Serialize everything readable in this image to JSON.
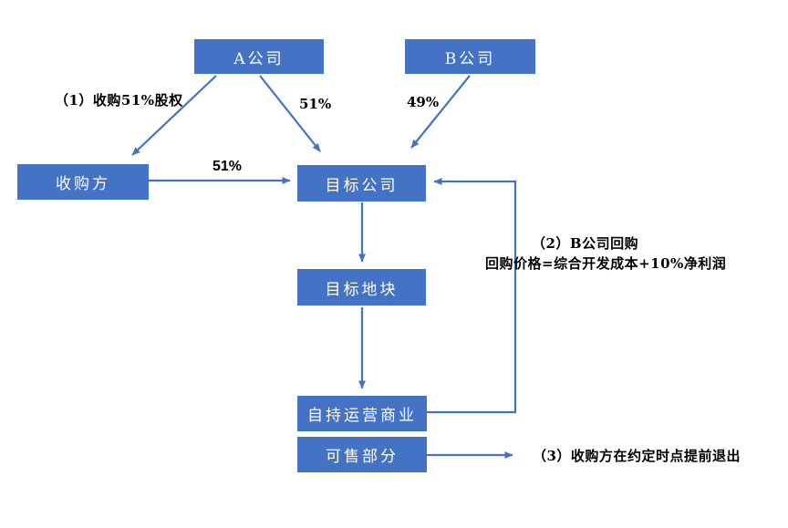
{
  "diagram": {
    "title": "acquisition-structure-flowchart",
    "nodes": {
      "company_a": {
        "label": "A公司"
      },
      "company_b": {
        "label": "B公司"
      },
      "acquirer": {
        "label": "收购方"
      },
      "target_company": {
        "label": "目标公司"
      },
      "target_land": {
        "label": "目标地块"
      },
      "self_held_biz": {
        "label": "自持运营商业"
      },
      "saleable_part": {
        "label": "可售部分"
      }
    },
    "edge_labels": {
      "step1": "（1）收购51%股权",
      "a_to_target_pct": "51%",
      "b_to_target_pct": "49%",
      "acquirer_to_target": "51%",
      "step2_line1": "（2）B公司回购",
      "step2_line2": "回购价格=综合开发成本+10%净利润",
      "step3": "（3）收购方在约定时点提前退出"
    },
    "edges": [
      {
        "from": "company_a",
        "to": "acquirer",
        "label_ref": "step1"
      },
      {
        "from": "company_a",
        "to": "target_company",
        "label_ref": "a_to_target_pct"
      },
      {
        "from": "company_b",
        "to": "target_company",
        "label_ref": "b_to_target_pct"
      },
      {
        "from": "acquirer",
        "to": "target_company",
        "label_ref": "acquirer_to_target"
      },
      {
        "from": "target_company",
        "to": "target_land",
        "label_ref": ""
      },
      {
        "from": "target_land",
        "to": "self_held_biz",
        "label_ref": ""
      },
      {
        "from": "self_held_biz",
        "to": "target_company",
        "label_ref": "step2_line1"
      },
      {
        "from": "saleable_part",
        "to": "exit",
        "label_ref": "step3"
      }
    ],
    "colors": {
      "node_fill": "#4472C4",
      "node_text": "#FFFFFF",
      "arrow": "#4472C4",
      "label_text": "#000000",
      "background": "#FFFFFF"
    }
  }
}
